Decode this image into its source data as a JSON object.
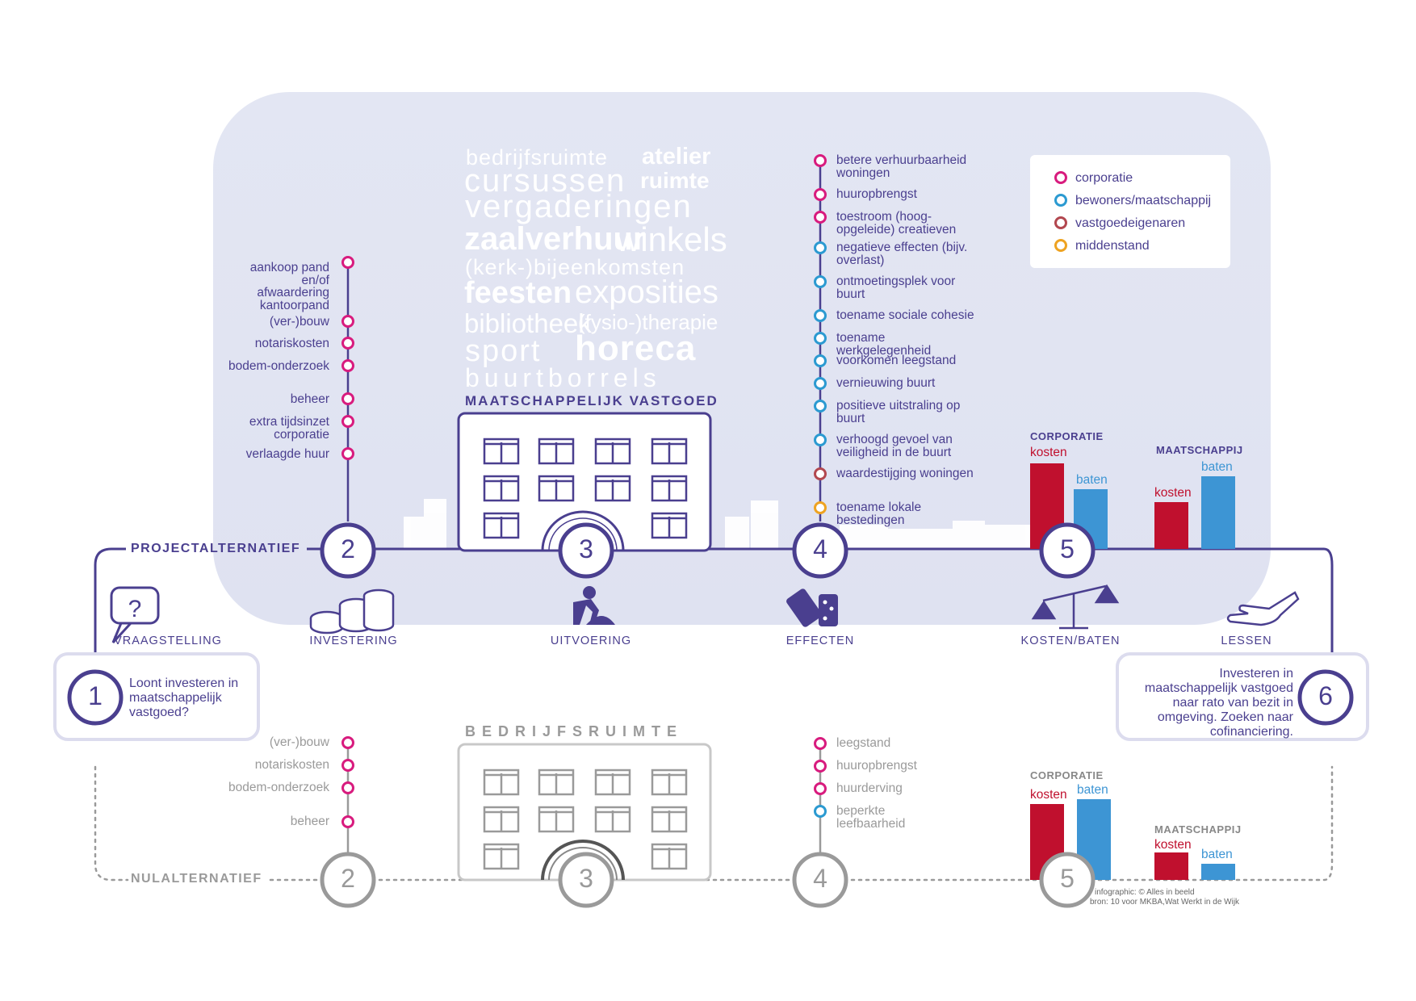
{
  "wordcloud": {
    "w1": "bedrijfsruimte",
    "w2": "atelier",
    "w3": "cursussen",
    "w4": "ruimte",
    "w5": "vergaderingen",
    "w6": "zaalverhuur",
    "w7": "winkels",
    "w8": "(kerk-)bijeenkomsten",
    "w9": "feesten",
    "w10": "exposities",
    "w11": "bibliotheek",
    "w12": "(fysio-)therapie",
    "w13": "sport",
    "w14": "horeca",
    "w15": "buurtborrels"
  },
  "project": {
    "label": "PROJECTALTERNATIEF",
    "building_title": "MAATSCHAPPELIJK VASTGOED",
    "investering_items": [
      "aankoop pand en/of afwaardering kantoorpand",
      "(ver-)bouw",
      "notariskosten",
      "bodem-onderzoek",
      "beheer",
      "extra tijdsinzet corporatie",
      "verlaagde huur"
    ],
    "effect_items": [
      "betere verhuurbaarheid woningen",
      "huuropbrengst",
      "toestroom (hoog-opgeleide) creatieven",
      "negatieve effecten (bijv. overlast)",
      "ontmoetingsplek voor buurt",
      "toename sociale cohesie",
      "toename werkgelegenheid",
      "voorkomen leegstand",
      "vernieuwing buurt",
      "positieve uitstraling op buurt",
      "verhoogd gevoel van veiligheid in de buurt",
      "waardestijging woningen",
      "toename lokale bestedingen"
    ]
  },
  "nul": {
    "label": "NULALTERNATIEF",
    "building_title": "BEDRIJFSRUIMTE",
    "investering_items": [
      "(ver-)bouw",
      "notariskosten",
      "bodem-onderzoek",
      "beheer"
    ],
    "effect_items": [
      "leegstand",
      "huuropbrengst",
      "huurderving",
      "beperkte leefbaarheid"
    ]
  },
  "steps": {
    "s1": "1",
    "s2": "2",
    "s3": "3",
    "s4": "4",
    "s5": "5",
    "s6": "6",
    "vraagstelling": "VRAAGSTELLING",
    "investering": "INVESTERING",
    "uitvoering": "UITVOERING",
    "effecten": "EFFECTEN",
    "kostenbaten": "KOSTEN/BATEN",
    "lessen": "LESSEN"
  },
  "question": "Loont investeren in maatschappelijk vastgoed?",
  "lesson": "Investeren in maatschappelijk vastgoed naar rato van bezit in omgeving. Zoeken naar cofinanciering.",
  "legend": {
    "corporatie": "corporatie",
    "bewoners": "bewoners/maatschappij",
    "vastgoed": "vastgoedeigenaren",
    "middenstand": "middenstand"
  },
  "colors": {
    "corporatie": "#d81b7e",
    "bewoners": "#2b9ad1",
    "vastgoed": "#b2474f",
    "middenstand": "#eea321",
    "primary": "#4a3f8f",
    "kosten": "#c0102e",
    "baten": "#3d95d4"
  },
  "bars": {
    "corporatie_label": "CORPORATIE",
    "maatschappij_label": "MAATSCHAPPIJ",
    "kosten": "kosten",
    "baten": "baten"
  },
  "credit": {
    "line1": "infographic: © Alles in beeld",
    "line2": "bron:  10 voor MKBA,Wat Werkt in de Wijk"
  }
}
